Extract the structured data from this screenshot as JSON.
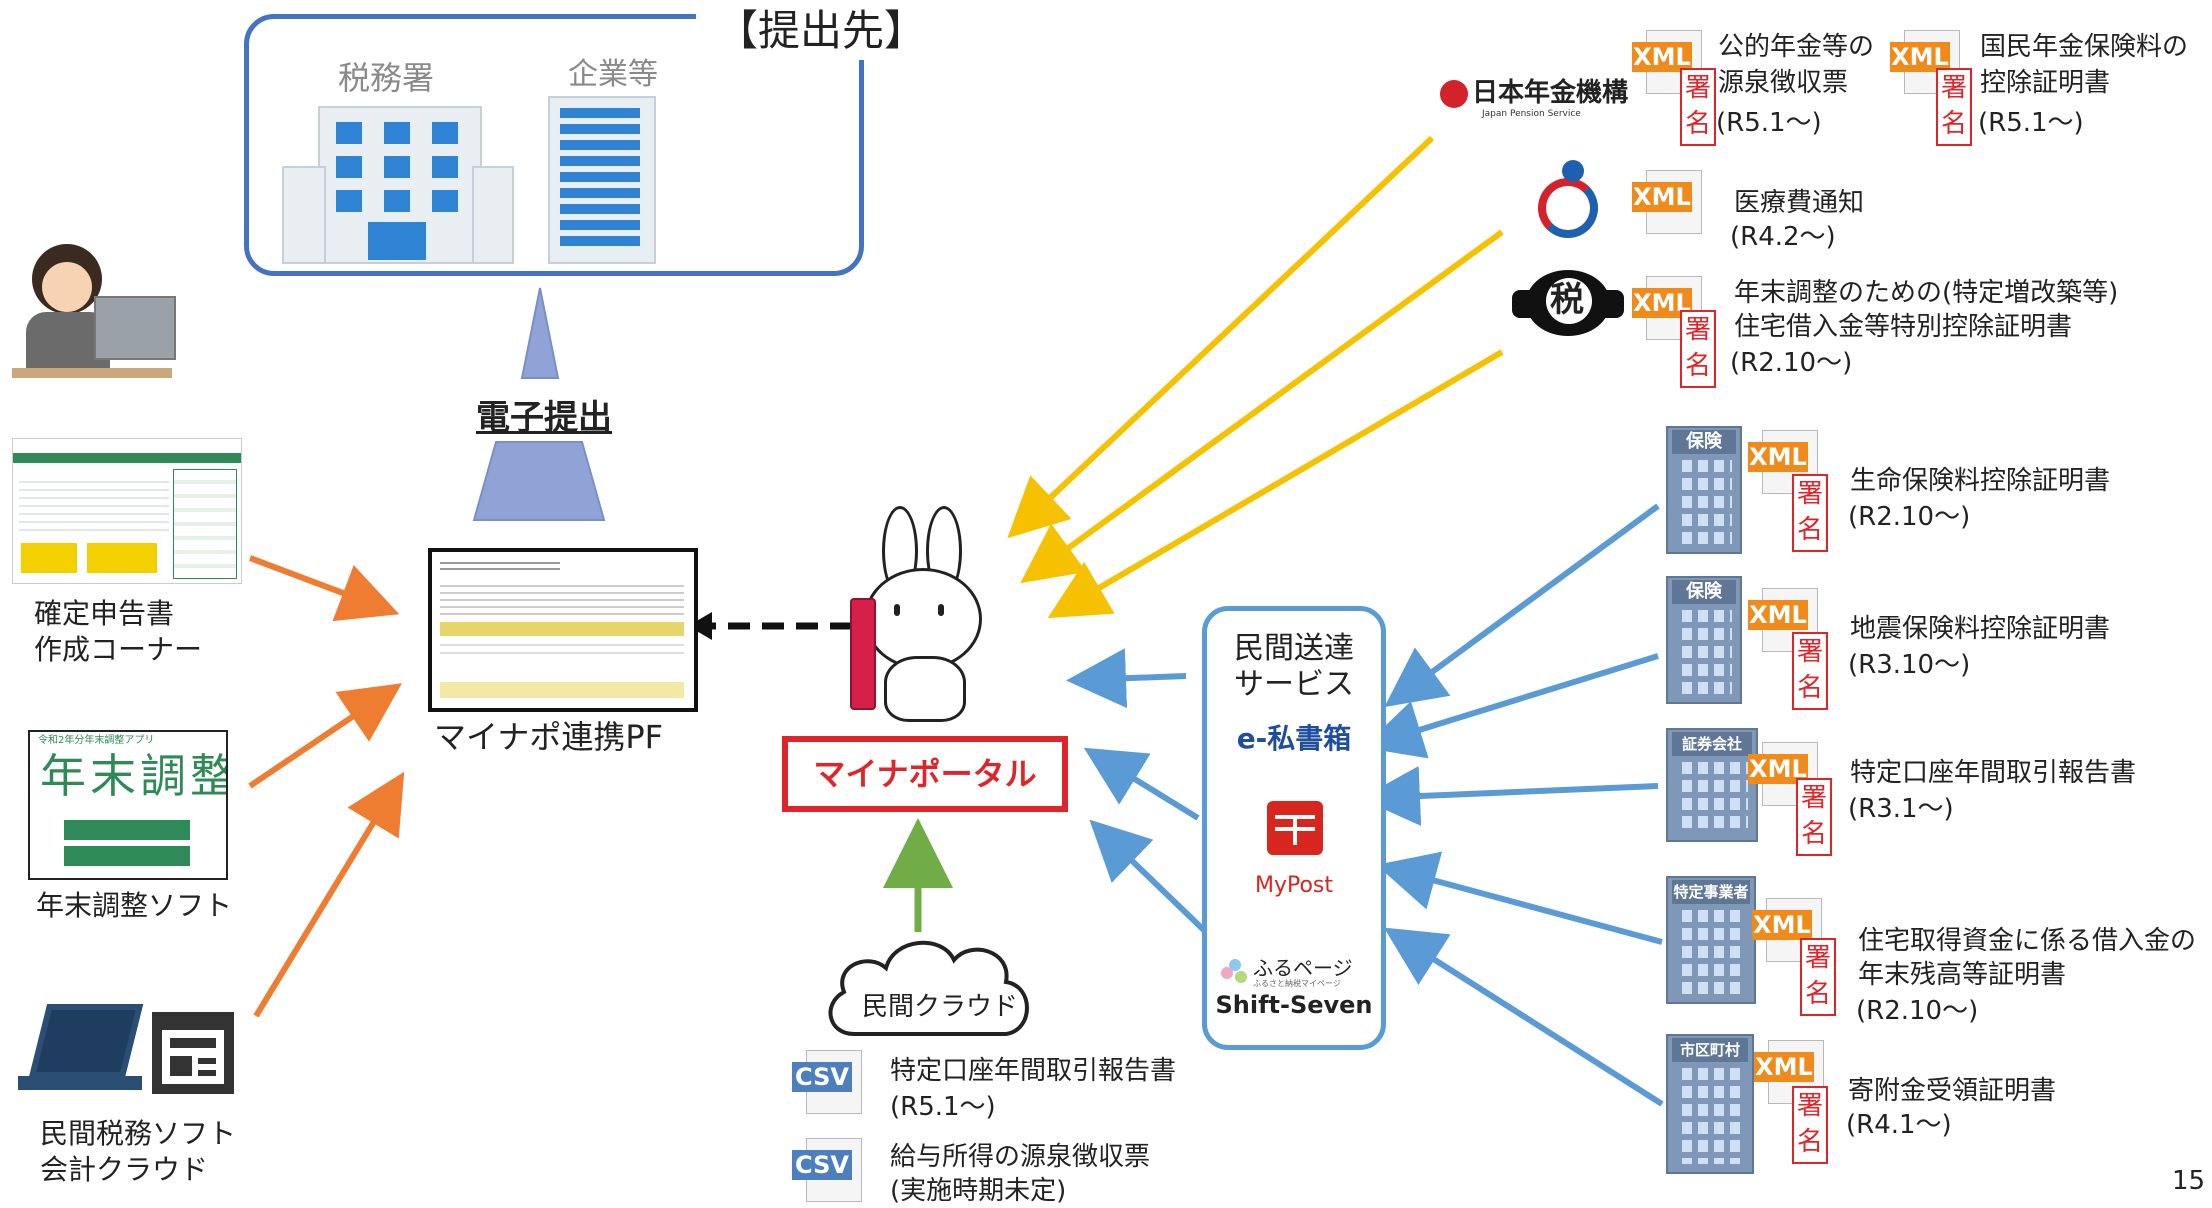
{
  "submission_target": {
    "title": "【提出先】",
    "tax_office": "税務署",
    "companies": "企業等"
  },
  "electronic_submission": "電子提出",
  "left_sources": [
    {
      "label_line1": "確定申告書",
      "label_line2": "作成コーナー"
    },
    {
      "label_line1": "年末調整ソフト",
      "app_title": "年末調整",
      "app_header": "令和2年分年末調整アプリ"
    },
    {
      "label_line1": "民間税務ソフト",
      "label_line2": "会計クラウド"
    }
  ],
  "mynapo_pf": {
    "label": "マイナポ連携PF"
  },
  "mynaportal": {
    "label": "マイナポータル"
  },
  "private_cloud": {
    "label": "民間クラウド",
    "files": [
      {
        "icon": "CSV",
        "line1": "特定口座年間取引報告書",
        "line2": "(R5.1～)"
      },
      {
        "icon": "CSV",
        "line1": "給与所得の源泉徴収票",
        "line2": "(実施時期未定)"
      }
    ]
  },
  "delivery_services": {
    "title_line1": "民間送達",
    "title_line2": "サービス",
    "services": [
      "e-私書箱",
      "MyPost",
      "ふるページ",
      "Shift-Seven"
    ],
    "furu_sub": "ふるさと納税マイページ"
  },
  "government_sources": {
    "pension_org": {
      "name": "日本年金機構",
      "sub": "Japan Pension Service"
    },
    "docs": [
      {
        "line1": "公的年金等の",
        "line2": "源泉徴収票",
        "line3": "(R5.1～)",
        "signed": true
      },
      {
        "line1": "国民年金保険料の",
        "line2": "控除証明書",
        "line3": "(R5.1～)",
        "signed": true
      },
      {
        "line1": "医療費通知",
        "line2": "(R4.2～)",
        "signed": false
      },
      {
        "line1": "年末調整のための(特定増改築等)",
        "line2": "住宅借入金等特別控除証明書",
        "line3": "(R2.10～)",
        "signed": true
      }
    ],
    "tax_mark": "税"
  },
  "private_sources": [
    {
      "building": "保険",
      "line1": "生命保険料控除証明書",
      "line2": "(R2.10～)"
    },
    {
      "building": "保険",
      "line1": "地震保険料控除証明書",
      "line2": "(R3.10～)"
    },
    {
      "building": "証券会社",
      "line1": "特定口座年間取引報告書",
      "line2": "(R3.1～)"
    },
    {
      "building": "特定事業者",
      "line1": "住宅取得資金に係る借入金の",
      "line2": "年末残高等証明書",
      "line3": "(R2.10～)"
    },
    {
      "building": "市区町村",
      "line1": "寄附金受領証明書",
      "line2": "(R4.1～)"
    }
  ],
  "xml_label": "XML",
  "sign_char1": "署",
  "sign_char2": "名",
  "page_number": "15",
  "colors": {
    "orange_arrow": "#ef7d31",
    "yellow_arrow": "#f6c100",
    "blue_arrow": "#5b9bd5",
    "green_arrow": "#70ad47",
    "portal_red": "#e0252a",
    "frame_blue": "#4472c4"
  }
}
